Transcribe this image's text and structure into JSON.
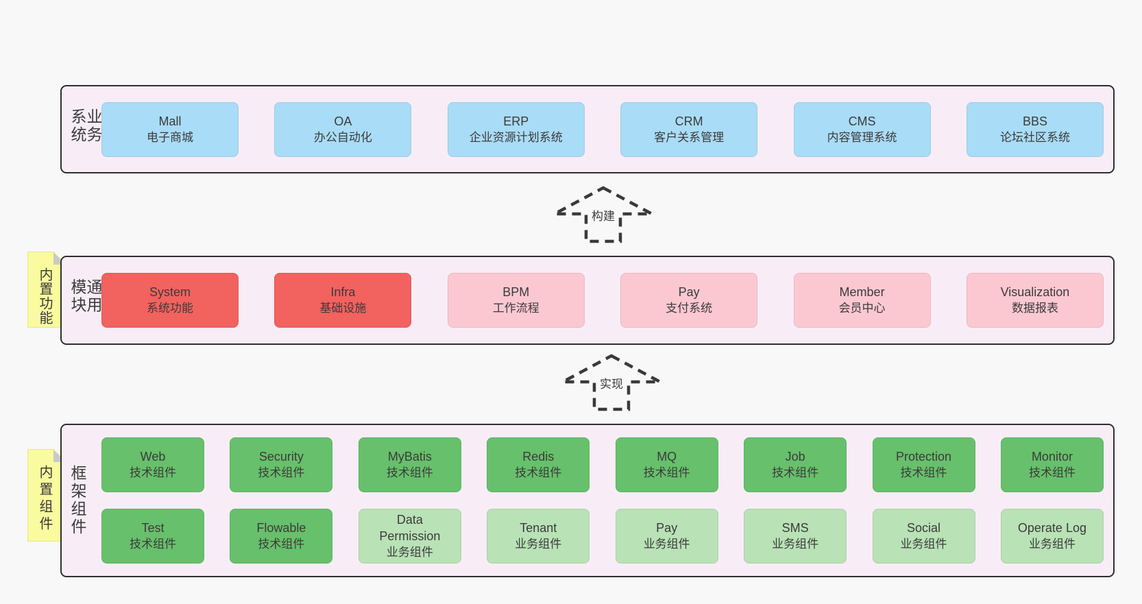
{
  "colors": {
    "page-bg": "#f8f8f8",
    "panel-bg": "#f8edf6",
    "line": "#2f2f2f",
    "text": "#3b3b3b",
    "blue": "#a9dcf6",
    "red": "#f2625f",
    "pink": "#fbc8d2",
    "green": "#67c06b",
    "lightgreen": "#b9e2b6",
    "note": "#fafa9e",
    "fold": "#c9c9c9"
  },
  "arrows": {
    "build": "构建",
    "implement": "实现"
  },
  "panels": {
    "business": {
      "label": "业务系统",
      "items": [
        {
          "name": "Mall",
          "desc": "电子商城"
        },
        {
          "name": "OA",
          "desc": "办公自动化"
        },
        {
          "name": "ERP",
          "desc": "企业资源计划系统"
        },
        {
          "name": "CRM",
          "desc": "客户关系管理"
        },
        {
          "name": "CMS",
          "desc": "内容管理系统"
        },
        {
          "name": "BBS",
          "desc": "论坛社区系统"
        }
      ]
    },
    "modules": {
      "label": "通用模块",
      "note": "内置功能",
      "items": [
        {
          "name": "System",
          "desc": "系统功能"
        },
        {
          "name": "Infra",
          "desc": "基础设施"
        },
        {
          "name": "BPM",
          "desc": "工作流程"
        },
        {
          "name": "Pay",
          "desc": "支付系统"
        },
        {
          "name": "Member",
          "desc": "会员中心"
        },
        {
          "name": "Visualization",
          "desc": "数据报表"
        }
      ]
    },
    "components": {
      "label": "框架组件",
      "note": "内置组件",
      "rows": [
        [
          {
            "name": "Web",
            "desc": "技术组件"
          },
          {
            "name": "Security",
            "desc": "技术组件"
          },
          {
            "name": "MyBatis",
            "desc": "技术组件"
          },
          {
            "name": "Redis",
            "desc": "技术组件"
          },
          {
            "name": "MQ",
            "desc": "技术组件"
          },
          {
            "name": "Job",
            "desc": "技术组件"
          },
          {
            "name": "Protection",
            "desc": "技术组件"
          },
          {
            "name": "Monitor",
            "desc": "技术组件"
          }
        ],
        [
          {
            "name": "Test",
            "desc": "技术组件"
          },
          {
            "name": "Flowable",
            "desc": "技术组件"
          },
          {
            "name": "Data Permission",
            "desc": "业务组件"
          },
          {
            "name": "Tenant",
            "desc": "业务组件"
          },
          {
            "name": "Pay",
            "desc": "业务组件"
          },
          {
            "name": "SMS",
            "desc": "业务组件"
          },
          {
            "name": "Social",
            "desc": "业务组件"
          },
          {
            "name": "Operate Log",
            "desc": "业务组件"
          }
        ]
      ]
    }
  }
}
